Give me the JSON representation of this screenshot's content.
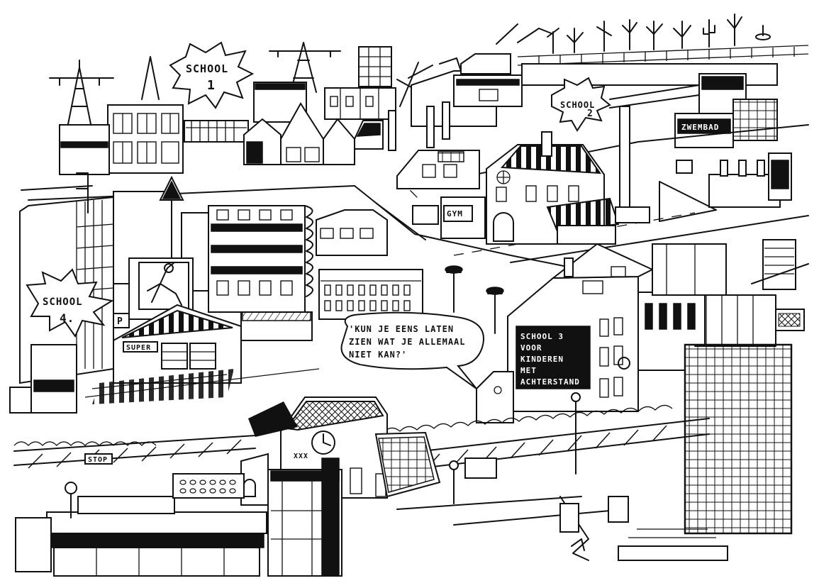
{
  "signs": {
    "school1": [
      "SCHOOL",
      "1"
    ],
    "school2": [
      "SCHOOL",
      "2"
    ],
    "school4": [
      "SCHOOL",
      "4."
    ],
    "school3": [
      "SCHOOL 3",
      "VOOR",
      "KINDEREN",
      "MET",
      "ACHTERSTAND"
    ],
    "zwembad": "ZWEMBAD",
    "gym": "GYM",
    "super": "SUPER",
    "stop": "STOP",
    "parking": "P",
    "clock_mark": "XXX"
  },
  "speech_bubble": {
    "lines": [
      "'KUN JE EENS LATEN",
      "ZIEN WAT JE ALLEMAAL",
      "NIET KAN?'"
    ]
  },
  "colors": {
    "ink": "#111111",
    "paper": "#ffffff"
  }
}
